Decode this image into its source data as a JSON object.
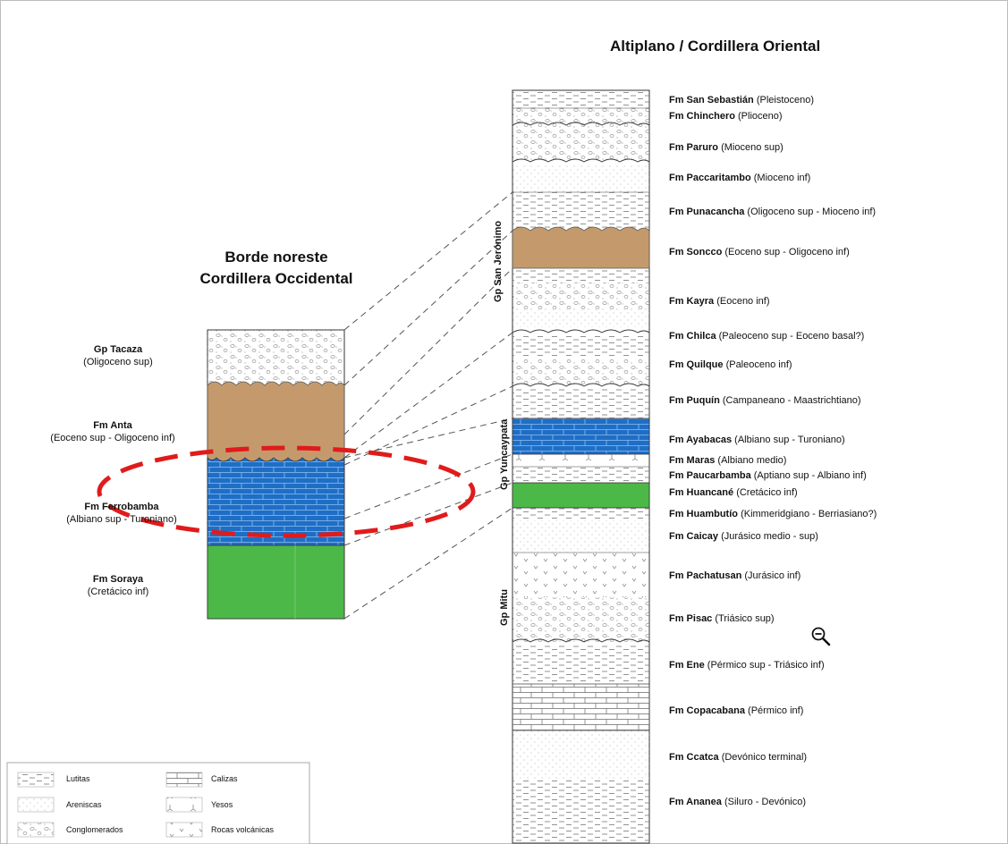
{
  "titles": {
    "right": "Altiplano / Cordillera Oriental",
    "left_line1": "Borde noreste",
    "left_line2": "Cordillera Occidental"
  },
  "left_labels": [
    {
      "name": "Gp Tacaza",
      "age": "(Oligoceno sup)"
    },
    {
      "name": "Fm Anta",
      "age": "(Eoceno sup - Oligoceno inf)"
    },
    {
      "name": "Fm Ferrobamba",
      "age": "(Albiano sup - Turoniano)"
    },
    {
      "name": "Fm Soraya",
      "age": "(Cretácico inf)"
    }
  ],
  "right_labels": [
    {
      "name": "Fm San Sebastián",
      "age": "(Pleistoceno)"
    },
    {
      "name": "Fm Chinchero",
      "age": "(Plioceno)"
    },
    {
      "name": "Fm Paruro",
      "age": "(Mioceno sup)"
    },
    {
      "name": "Fm Paccaritambo",
      "age": "(Mioceno inf)"
    },
    {
      "name": "Fm Punacancha",
      "age": "(Oligoceno sup - Mioceno inf)"
    },
    {
      "name": "Fm Soncco",
      "age": "(Eoceno sup - Oligoceno inf)"
    },
    {
      "name": "Fm Kayra",
      "age": "(Eoceno inf)"
    },
    {
      "name": "Fm Chilca",
      "age": "(Paleoceno sup - Eoceno basal?)"
    },
    {
      "name": "Fm Quilque",
      "age": "(Paleoceno inf)"
    },
    {
      "name": "Fm Puquín",
      "age": "(Campaneano - Maastrichtiano)"
    },
    {
      "name": "Fm Ayabacas",
      "age": "(Albiano sup - Turoniano)"
    },
    {
      "name": "Fm Maras",
      "age": "(Albiano medio)"
    },
    {
      "name": "Fm Paucarbamba",
      "age": "(Aptiano sup - Albiano inf)"
    },
    {
      "name": "Fm Huancané",
      "age": "(Cretácico inf)"
    },
    {
      "name": "Fm Huambutío",
      "age": "(Kimmeridgiano - Berriasiano?)"
    },
    {
      "name": "Fm Caicay",
      "age": "(Jurásico medio - sup)"
    },
    {
      "name": "Fm Pachatusan",
      "age": "(Jurásico inf)"
    },
    {
      "name": "Fm Pisac",
      "age": "(Triásico sup)"
    },
    {
      "name": "Fm Ene",
      "age": "(Pérmico sup - Triásico inf)"
    },
    {
      "name": "Fm Copacabana",
      "age": "(Pérmico inf)"
    },
    {
      "name": "Fm Ccatca",
      "age": "(Devónico terminal)"
    },
    {
      "name": "Fm Ananea",
      "age": "(Siluro - Devónico)"
    }
  ],
  "groups": {
    "san_jeronimo": "Gp San Jerónimo",
    "yuncaypata": "Gp Yuncaypata",
    "mitu": "Gp Mitu"
  },
  "legend": {
    "lutitas": "Lutitas",
    "areniscas": "Areniscas",
    "conglomerados": "Conglomerados",
    "calizas": "Calizas",
    "yesos": "Yesos",
    "rocas_volcanicas": "Rocas volcánicas"
  },
  "colors": {
    "tan": "#c49a6c",
    "blue": "#1f6ec6",
    "green": "#4cb848",
    "highlight": "#e01b1b"
  },
  "icons": {
    "zoom": "zoom-out-icon"
  }
}
